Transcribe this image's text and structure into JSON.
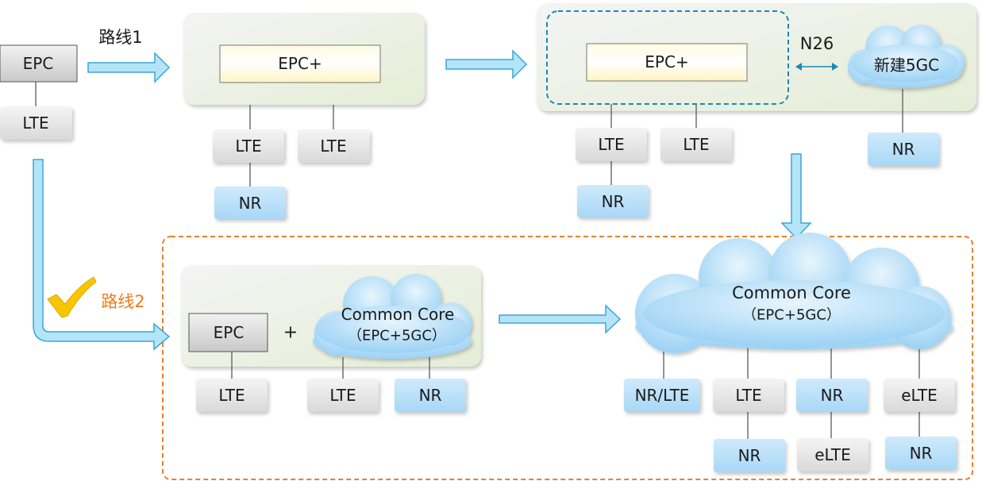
{
  "route1_label": "路线1",
  "route2_label": "路线2",
  "n26_label": "N26",
  "plus_sign": "+",
  "nodes": {
    "epc": "EPC",
    "lte": "LTE",
    "epc_plus": "EPC+",
    "nr": "NR",
    "new_5gc": "新建5GC",
    "nr_lte": "NR/LTE",
    "elte": "eLTE"
  },
  "common_core": {
    "title": "Common Core",
    "subtitle": "（EPC+5GC）"
  },
  "colors": {
    "arrow_fill": "#b3e5f7",
    "arrow_stroke": "#3aa6d8",
    "nr_fill": "#b5def8",
    "cloud_fill": "#a9d8f7",
    "route2_color": "#ef7c1c",
    "check_color": "#f7c600",
    "dashed_teal": "#1b8ab8",
    "dashed_orange": "#ec7f2c"
  }
}
